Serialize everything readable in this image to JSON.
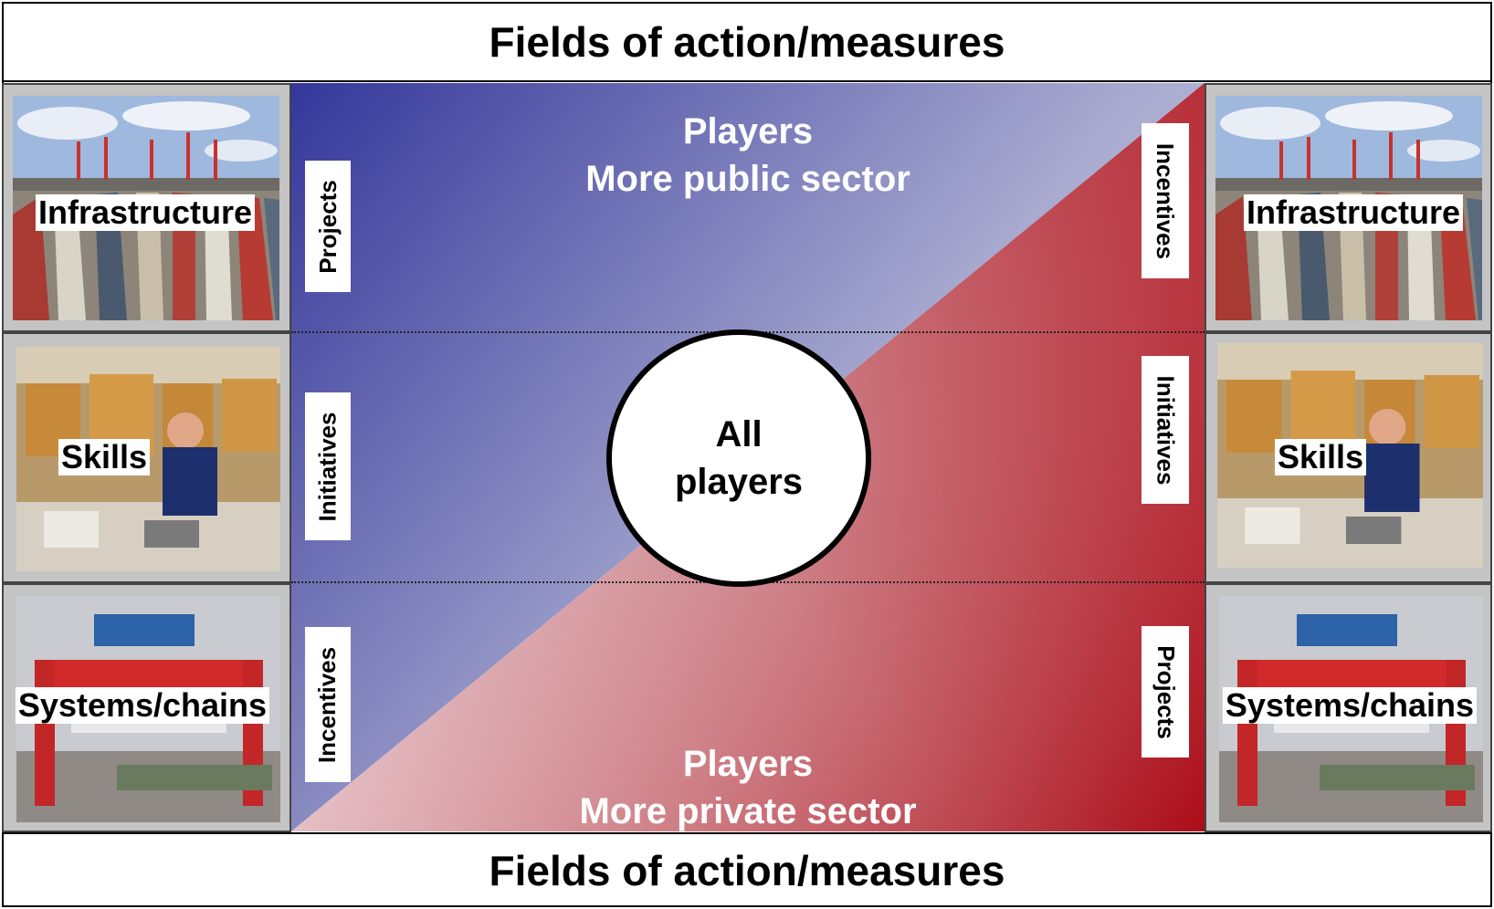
{
  "header": {
    "title": "Fields of action/measures"
  },
  "footer": {
    "title": "Fields of action/measures"
  },
  "center": {
    "top_text": {
      "line1": "Players",
      "line2": "More public sector"
    },
    "bottom_text": {
      "line1": "Players",
      "line2": "More private sector"
    },
    "circle": {
      "line1": "All",
      "line2": "players"
    },
    "colors": {
      "public": "#34379a",
      "private": "#a8000c",
      "light": "#dcdcec"
    }
  },
  "left_labels": [
    "Projects",
    "Initiatives",
    "Incentives"
  ],
  "right_labels": [
    "Incentives",
    "Initiatives",
    "Projects"
  ],
  "fields": [
    "Infrastructure",
    "Skills",
    "Systems/chains"
  ]
}
